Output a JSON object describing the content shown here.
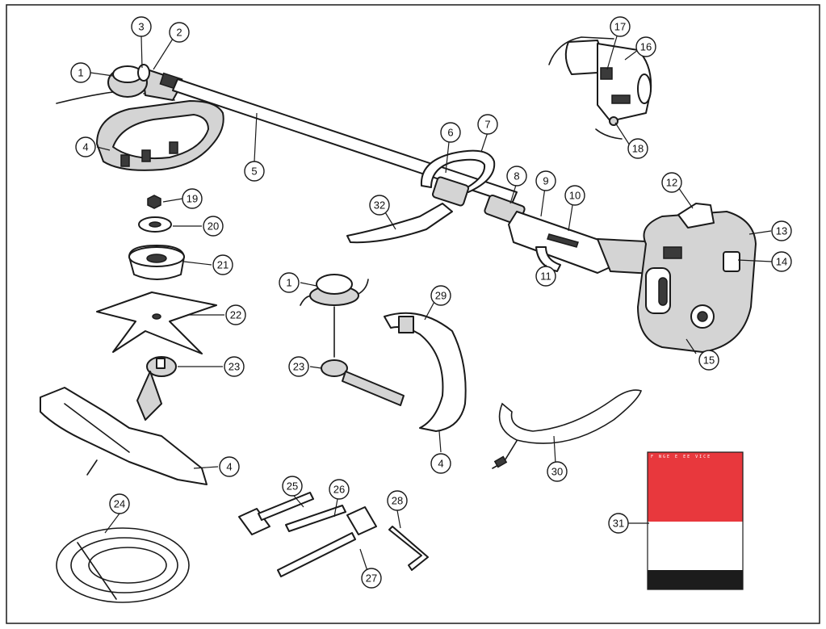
{
  "callouts": [
    {
      "label": "1"
    },
    {
      "label": "3"
    },
    {
      "label": "2"
    },
    {
      "label": "4"
    },
    {
      "label": "5"
    },
    {
      "label": "6"
    },
    {
      "label": "7"
    },
    {
      "label": "8"
    },
    {
      "label": "9"
    },
    {
      "label": "10"
    },
    {
      "label": "11"
    },
    {
      "label": "12"
    },
    {
      "label": "13"
    },
    {
      "label": "14"
    },
    {
      "label": "15"
    },
    {
      "label": "16"
    },
    {
      "label": "17"
    },
    {
      "label": "18"
    },
    {
      "label": "19"
    },
    {
      "label": "20"
    },
    {
      "label": "21"
    },
    {
      "label": "22"
    },
    {
      "label": "23"
    },
    {
      "label": "1"
    },
    {
      "label": "29"
    },
    {
      "label": "23"
    },
    {
      "label": "4"
    },
    {
      "label": "4"
    },
    {
      "label": "32"
    },
    {
      "label": "30"
    },
    {
      "label": "24"
    },
    {
      "label": "25"
    },
    {
      "label": "26"
    },
    {
      "label": "27"
    },
    {
      "label": "28"
    },
    {
      "label": "31"
    }
  ],
  "manual": {
    "cover_text": "F NGE E EE VICE",
    "colors": {
      "top": "#e8383d",
      "middle": "#ffffff",
      "bottom": "#1c1c1c"
    }
  }
}
